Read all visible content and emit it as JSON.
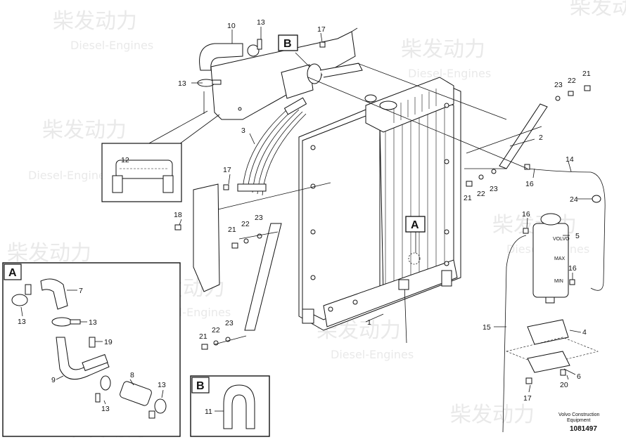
{
  "watermark": {
    "brand_cn": "柴发动力",
    "brand_en": "Diesel-Engines"
  },
  "boxes": {
    "a_letter": "A",
    "b_letter": "B"
  },
  "callouts": {
    "c1": "1",
    "c2": "2",
    "c3": "3",
    "c4": "4",
    "c5": "5",
    "c6": "6",
    "c7": "7",
    "c8": "8",
    "c9": "9",
    "c10": "10",
    "c11": "11",
    "c12": "12",
    "c13a": "13",
    "c13b": "13",
    "c13c": "13",
    "c13d": "13",
    "c13e": "13",
    "c13f": "13",
    "c14": "14",
    "c15": "15",
    "c16a": "16",
    "c16b": "16",
    "c16c": "16",
    "c17a": "17",
    "c17b": "17",
    "c17c": "17",
    "c18": "18",
    "c19": "19",
    "c20": "20",
    "c21a": "21",
    "c21b": "21",
    "c21c": "21",
    "c21d": "21",
    "c22a": "22",
    "c22b": "22",
    "c22c": "22",
    "c22d": "22",
    "c23a": "23",
    "c23b": "23",
    "c23c": "23",
    "c23d": "23",
    "c24": "24"
  },
  "tank_labels": {
    "t1": "VOLVO",
    "t2": "MAX",
    "t3": "MIN"
  },
  "footer": {
    "company_line1": "Volvo Construction",
    "company_line2": "Equipment",
    "doc_number": "1081497"
  }
}
